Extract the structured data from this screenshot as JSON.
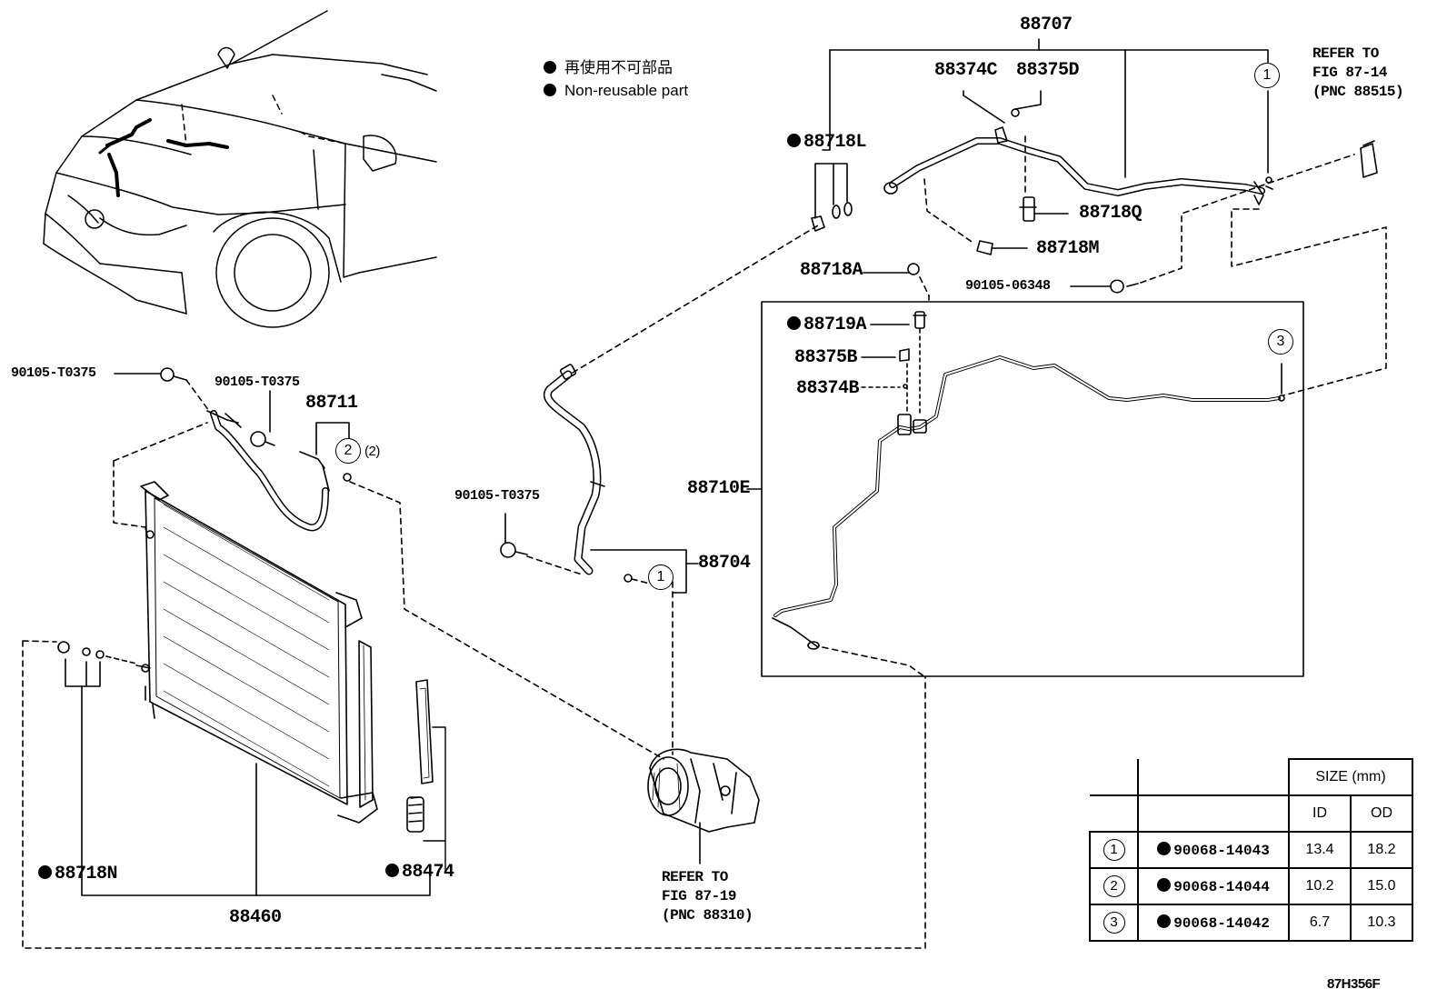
{
  "legend": {
    "jp": "再使用不可部品",
    "en": "Non-reusable part"
  },
  "labels": {
    "p88707": "88707",
    "p88374c": "88374C",
    "p88375d": "88375D",
    "p88718l": "88718L",
    "p88718q": "88718Q",
    "p88718m": "88718M",
    "p88718a": "88718A",
    "p90105_06348": "90105-06348",
    "p88719a": "88719A",
    "p88375b": "88375B",
    "p88374b": "88374B",
    "p88710e": "88710E",
    "p88704": "88704",
    "p90105_t0375_a": "90105-T0375",
    "p90105_t0375_b": "90105-T0375",
    "p90105_t0375_c": "90105-T0375",
    "p88711": "88711",
    "p88711_qty": "(2)",
    "p88718n": "88718N",
    "p88474": "88474",
    "p88460": "88460",
    "diagram_code": "87H356F"
  },
  "refs": {
    "ref_top_1": "REFER TO",
    "ref_top_2": "FIG 87-14",
    "ref_top_3": "(PNC 88515)",
    "ref_bot_1": "REFER TO",
    "ref_bot_2": "FIG 87-19",
    "ref_bot_3": "(PNC 88310)"
  },
  "callouts": {
    "c1a": "1",
    "c1b": "1",
    "c2": "2",
    "c3": "3"
  },
  "size_table": {
    "header": "SIZE (mm)",
    "col_id": "ID",
    "col_od": "OD",
    "rows": [
      {
        "ref": "1",
        "part": "90068-14043",
        "id": "13.4",
        "od": "18.2"
      },
      {
        "ref": "2",
        "part": "90068-14044",
        "id": "10.2",
        "od": "15.0"
      },
      {
        "ref": "3",
        "part": "90068-14042",
        "id": "6.7",
        "od": "10.3"
      }
    ]
  }
}
